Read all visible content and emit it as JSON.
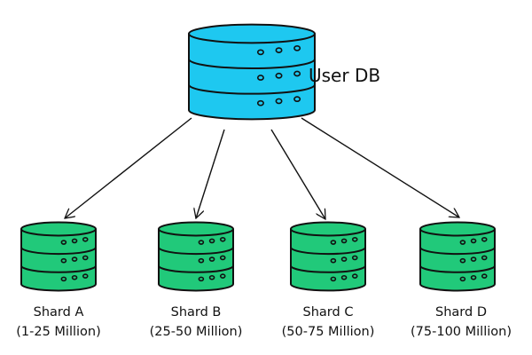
{
  "diagram": {
    "type": "database-sharding",
    "main_db": {
      "label": "User DB",
      "color": "#1ec8f0",
      "icon": "database-icon"
    },
    "shards": [
      {
        "name": "Shard A",
        "range": "(1-25 Million)",
        "color": "#21c97a",
        "icon": "database-icon"
      },
      {
        "name": "Shard B",
        "range": "(25-50 Million)",
        "color": "#21c97a",
        "icon": "database-icon"
      },
      {
        "name": "Shard C",
        "range": "(50-75 Million)",
        "color": "#21c97a",
        "icon": "database-icon"
      },
      {
        "name": "Shard D",
        "range": "(75-100 Million)",
        "color": "#21c97a",
        "icon": "database-icon"
      }
    ],
    "edges": [
      {
        "from": "User DB",
        "to": "Shard A"
      },
      {
        "from": "User DB",
        "to": "Shard B"
      },
      {
        "from": "User DB",
        "to": "Shard C"
      },
      {
        "from": "User DB",
        "to": "Shard D"
      }
    ]
  }
}
